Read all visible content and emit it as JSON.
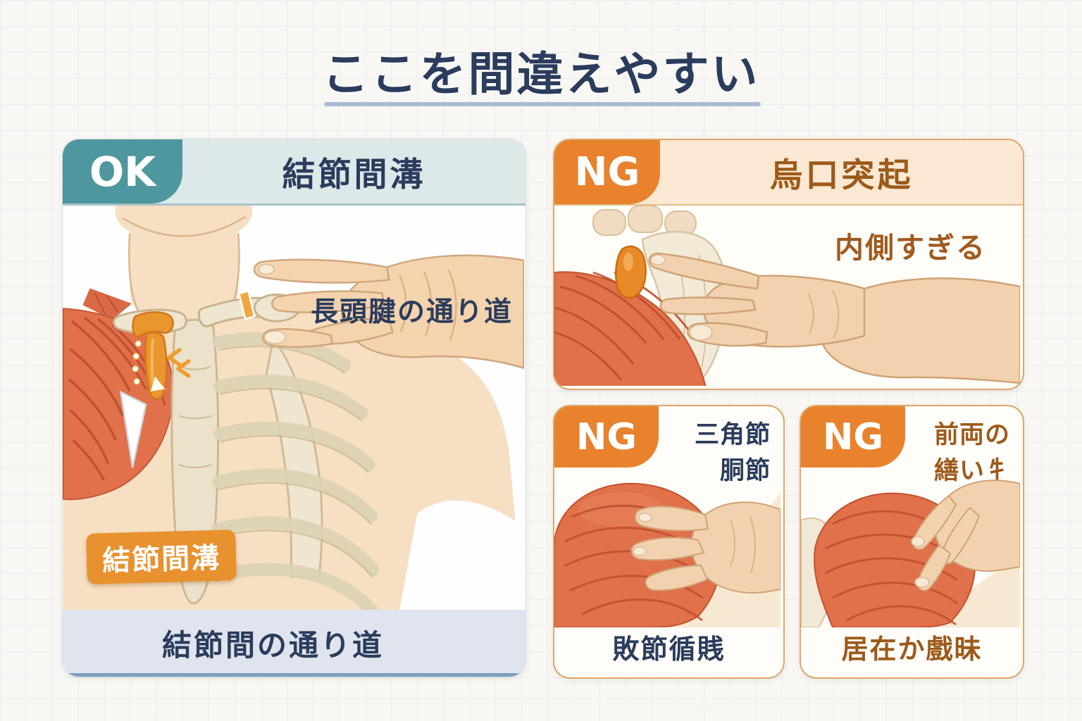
{
  "title": "ここを間違えやすい",
  "colors": {
    "navy_text": "#2b3c5c",
    "teal_badge": "#4e979e",
    "teal_header_bg": "#dde9e9",
    "orange_badge": "#e8822d",
    "orange_pointer_label": "#e8912f",
    "peach_header_bg": "#fae8d3",
    "brown_text": "#9c5a1a",
    "footer_bg": "#dfe4ee",
    "card_border": "#dda768",
    "muscle_red": "#e0714b",
    "bone_beige": "#efe6d1",
    "skin": "#f6dfc3"
  },
  "ok_panel": {
    "badge": "OK",
    "heading": "結節間溝",
    "annotation": "長頭腱の通り道",
    "pointer_label": "結節間溝",
    "footer": "結節間の通り道"
  },
  "ng_coracoid_panel": {
    "badge": "NG",
    "heading": "烏口突起",
    "annotation": "内側すぎる"
  },
  "ng_bottom_left_panel": {
    "badge": "NG",
    "heading_line1": "三角節",
    "heading_line2": "胴節",
    "caption": "敗節循賎"
  },
  "ng_bottom_right_panel": {
    "badge": "NG",
    "heading_line1": "前両の",
    "heading_line2": "繕い牜",
    "caption": "居在か戲昧"
  }
}
